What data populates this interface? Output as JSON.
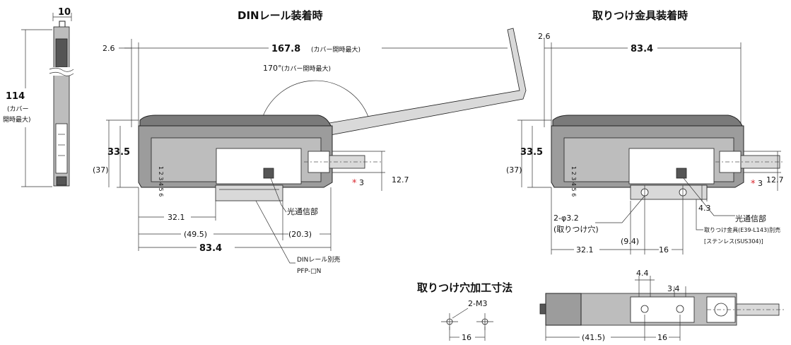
{
  "headings": {
    "din_mount": "DINレール装着時",
    "bracket_mount": "取りつけ金具装着時",
    "mounting_holes": "取りつけ穴加工寸法"
  },
  "side_view": {
    "width": "10",
    "height": "114",
    "height_note_1": "(カバー",
    "height_note_2": "開時最大)"
  },
  "din_view": {
    "offset_top": "2.6",
    "max_width": "167.8",
    "max_width_note": "(カバー開時最大)",
    "angle": "170°",
    "angle_note": "(カバー開時最大)",
    "height": "33.5",
    "height_total": "(37)",
    "cable_height": "12.7",
    "note3_mark": "*",
    "note3_num": "3",
    "dim_321": "32.1",
    "dim_495": "(49.5)",
    "dim_203": "(20.3)",
    "dim_834": "83.4",
    "comm_label": "光通信部",
    "rail_label": "DINレール別売",
    "rail_model": "PFP-□N",
    "indicator_digits": "1 2 3 4 5 6"
  },
  "bracket_view": {
    "offset_top": "2.6",
    "width": "83.4",
    "height": "33.5",
    "height_total": "(37)",
    "cable_height": "12.7",
    "note3_mark": "*",
    "note3_num": "3",
    "dim_43": "4.3",
    "comm_label": "光通信部",
    "hole_spec": "2-φ3.2",
    "hole_note": "(取りつけ穴)",
    "bracket_label": "取りつけ金具(E39-L143)別売",
    "bracket_material": "[ステンレス(SUS304)]",
    "dim_321": "32.1",
    "dim_94": "(9.4)",
    "dim_16": "16"
  },
  "hole_view": {
    "spec": "2-M3",
    "pitch": "16"
  },
  "bottom_view": {
    "dim_44": "4.4",
    "dim_34": "3.4",
    "dim_415": "(41.5)",
    "dim_16": "16"
  }
}
